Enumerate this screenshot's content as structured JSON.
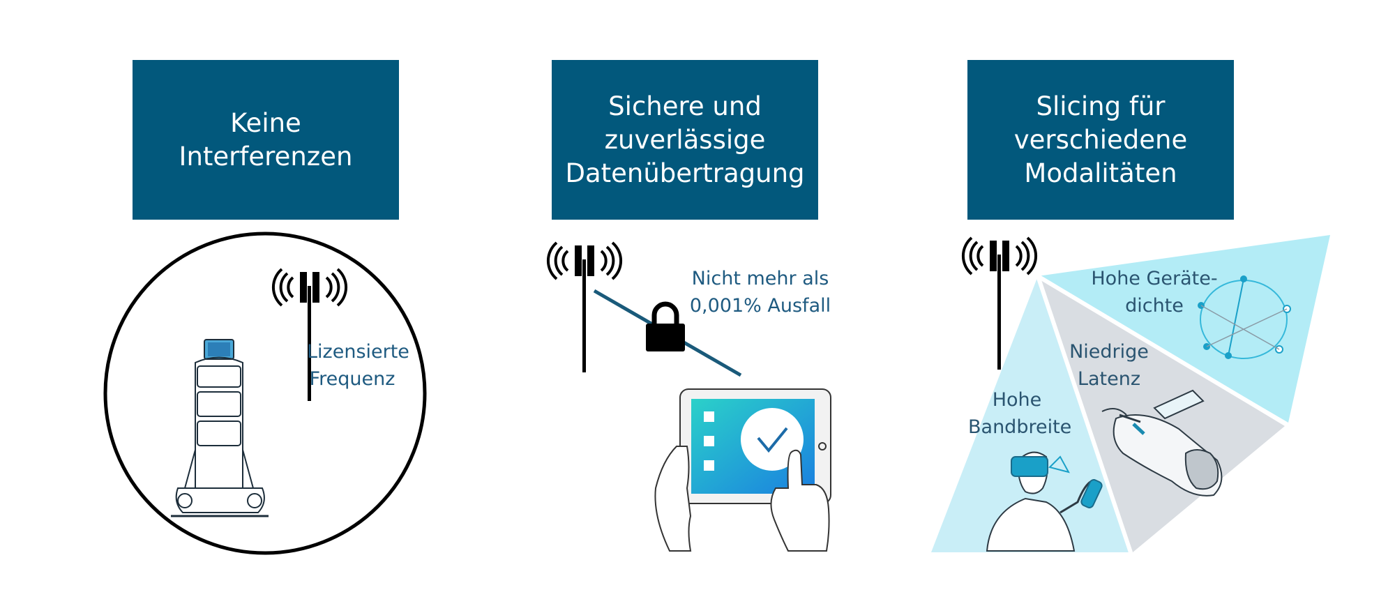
{
  "panels": [
    {
      "title": "Keine\nInterferenzen",
      "label": "Lizensierte\nFrequenz"
    },
    {
      "title": "Sichere und\nzuverlässige\nDatenübertragung",
      "label": "Nicht mehr als\n0,001% Ausfall"
    },
    {
      "title": "Slicing für\nverschiedene\nModalitäten",
      "slices": [
        {
          "label": "Hohe\nBandbreite"
        },
        {
          "label": "Niedrige\nLatenz"
        },
        {
          "label": "Hohe Geräte-\ndichte"
        }
      ]
    }
  ],
  "colors": {
    "header_bg": "#02587c",
    "label_text": "#1e5a80",
    "slice_light": "#c9eef7",
    "slice_grey": "#d9dde2",
    "slice_cyan": "#b3ecf6"
  },
  "icons": [
    "antenna-icon",
    "robot-icon",
    "lock-icon",
    "tablet-icon",
    "vr-user-icon",
    "patient-icon",
    "network-ring-icon"
  ]
}
